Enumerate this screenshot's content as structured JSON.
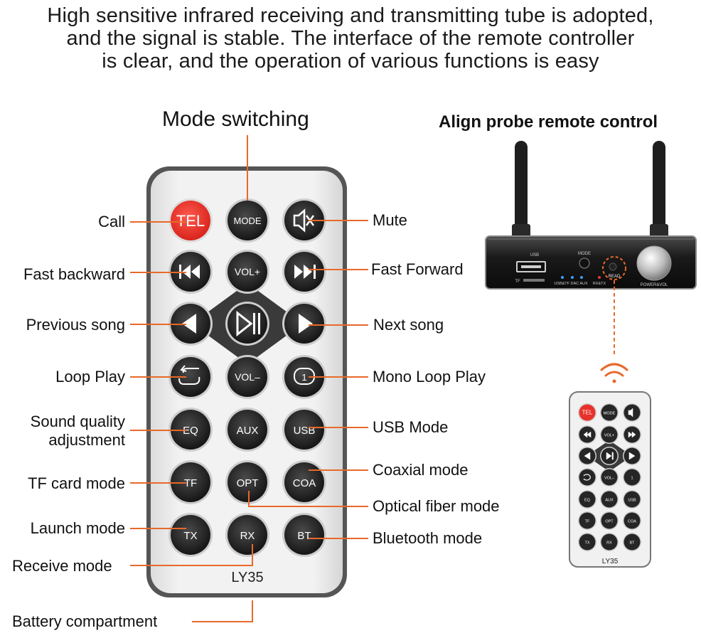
{
  "headline": {
    "line1": "High sensitive infrared receiving and transmitting tube is adopted,",
    "line2": "and the signal is stable. The interface of the remote controller",
    "line3": "is clear, and the operation of various functions is easy"
  },
  "titles": {
    "mode_switching": "Mode switching",
    "align_probe": "Align probe remote control"
  },
  "labels": {
    "call": "Call",
    "fast_backward": "Fast backward",
    "previous_song": "Previous song",
    "loop_play": "Loop Play",
    "sound_quality_1": "Sound quality",
    "sound_quality_2": "adjustment",
    "tf_card_mode": "TF card mode",
    "launch_mode": "Launch mode",
    "receive_mode": "Receive mode",
    "battery_compartment": "Battery compartment",
    "mute": "Mute",
    "fast_forward": "Fast Forward",
    "next_song": "Next song",
    "mono_loop_play": "Mono Loop Play",
    "usb_mode": "USB Mode",
    "coaxial_mode": "Coaxial mode",
    "optical_fiber_mode": "Optical fiber mode",
    "bluetooth_mode": "Bluetooth mode"
  },
  "remote": {
    "model": "LY35",
    "buttons": {
      "tel": "TEL",
      "mode": "MODE",
      "vol_up": "VOL+",
      "vol_down": "VOL–",
      "eq": "EQ",
      "aux": "AUX",
      "usb": "USB",
      "tf": "TF",
      "opt": "OPT",
      "coa": "COA",
      "tx": "TX",
      "rx": "RX",
      "bt": "BT",
      "mono": "1"
    }
  },
  "device": {
    "usb_label": "USB",
    "tf_label": "TF",
    "mode_label": "MODE",
    "indicators": "USB&TF  DAC  AUX",
    "rx_tx": "RX&TX",
    "read": "READ",
    "power": "POWER&VOL"
  },
  "mini_remote": {
    "model": "LY35"
  },
  "colors": {
    "accent_orange": "#e8692a",
    "tel_red": "#e8312b",
    "button_dark": "#2b2b2b",
    "remote_body": "#ebebeb"
  }
}
